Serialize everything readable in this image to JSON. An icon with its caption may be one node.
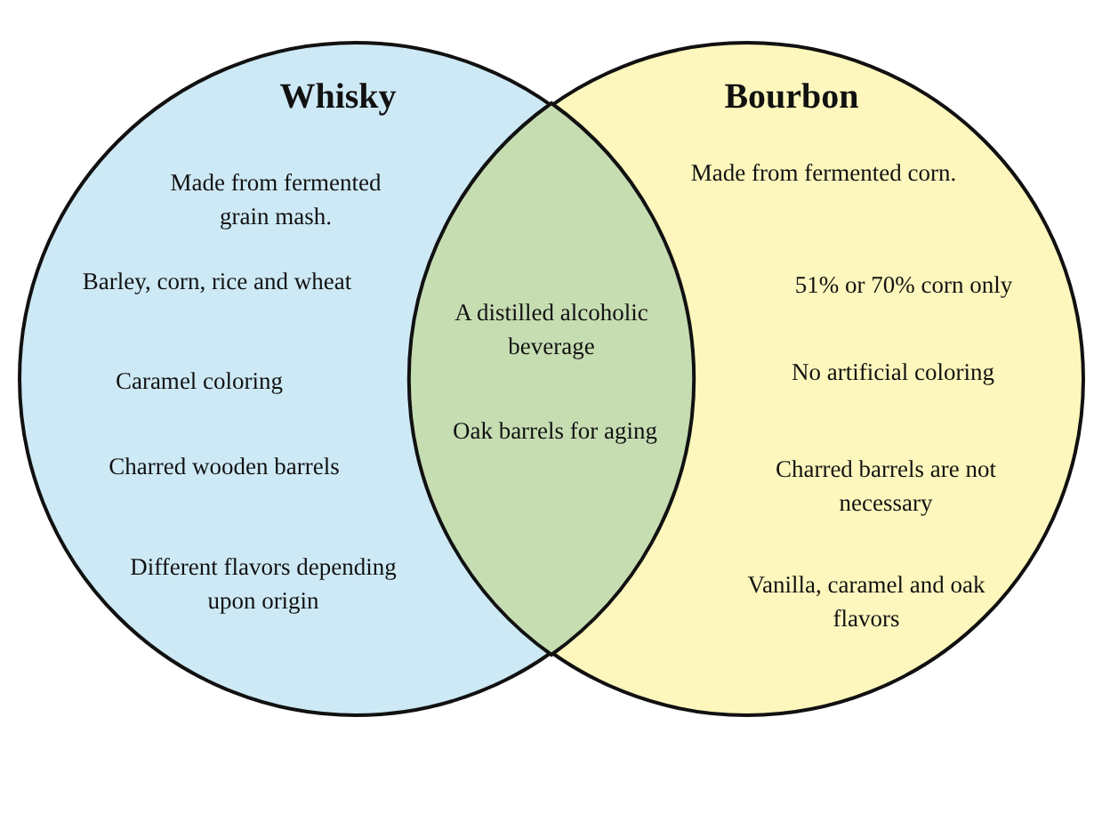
{
  "diagram": {
    "nodes": [
      {
        "text": [
          "Whisky",
          "Made from fermented grain mash.",
          "Barley, corn, rice and wheat",
          "Caramel coloring",
          "Charred wooden barrels",
          "Different flavors depending upon origin"
        ]
      },
      {
        "text": [
          "Bourbon",
          "Made from fermented corn.",
          "51% or 70% corn only",
          "No artificial coloring",
          "Charred barrels are not necessary",
          "Vanilla, caramel and oak flavors"
        ]
      },
      {
        "text": [
          "A distilled alcoholic beverage",
          "Oak barrels for aging"
        ]
      }
    ]
  }
}
